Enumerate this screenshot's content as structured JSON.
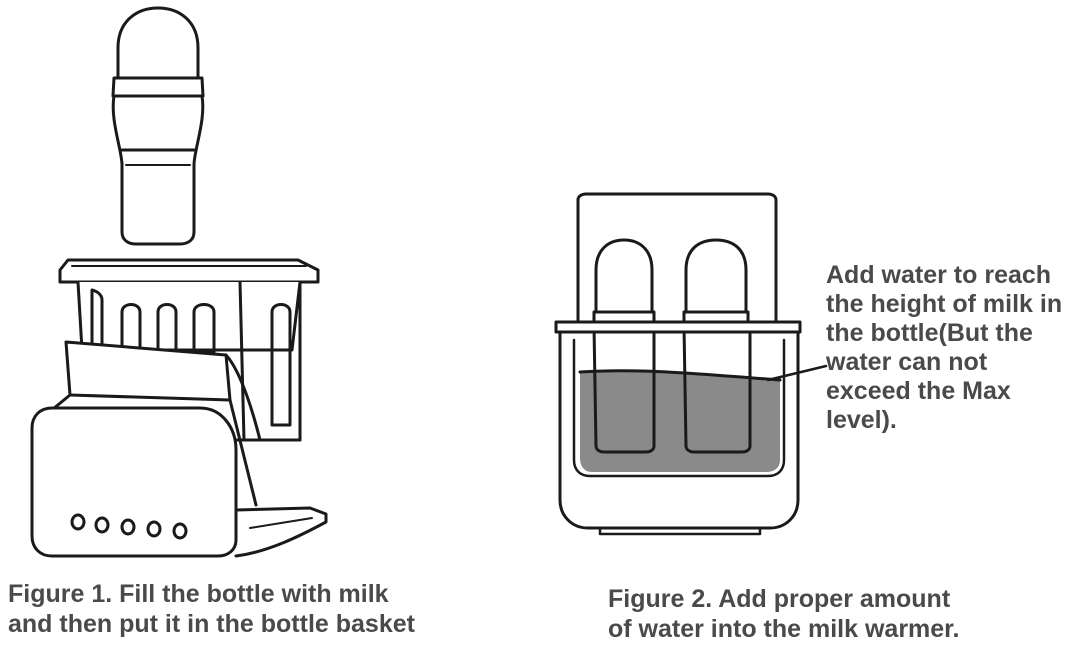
{
  "figure1": {
    "caption_lines": [
      "Figure 1. Fill the bottle with milk",
      "and then put it in the bottle basket"
    ],
    "indicator_lights": 5
  },
  "figure2": {
    "caption_lines": [
      "Figure 2. Add proper amount",
      "of water into the milk warmer."
    ],
    "annotation_lines": [
      "Add water to reach",
      "the height of milk in",
      "the bottle(But the",
      "water can not",
      "exceed the Max",
      "level)."
    ]
  },
  "colors": {
    "line": "#1a1a1a",
    "water": "#8a8a8a",
    "text": "#4a4a4a"
  }
}
